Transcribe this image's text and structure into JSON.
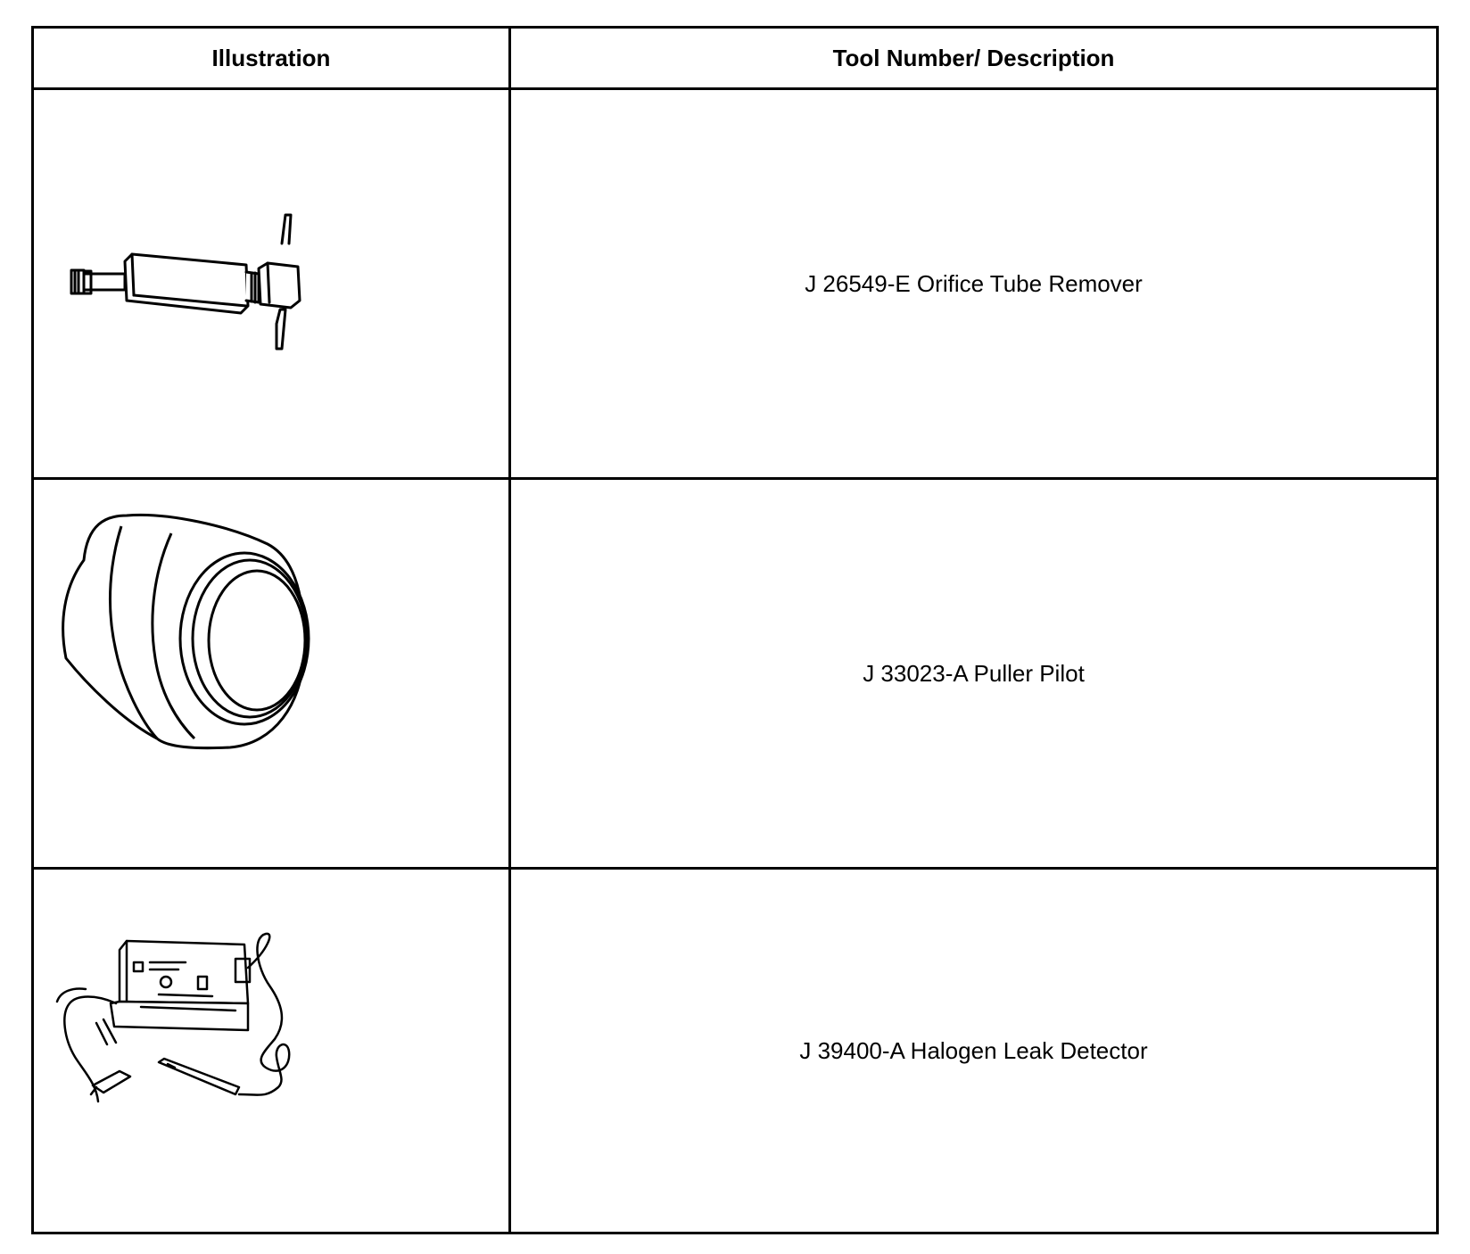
{
  "table": {
    "headers": {
      "illustration": "Illustration",
      "description": "Tool Number/ Description"
    },
    "rows": [
      {
        "illustration_icon": "orifice-tube-remover-illustration",
        "description": "J 26549-E Orifice Tube Remover"
      },
      {
        "illustration_icon": "puller-pilot-illustration",
        "description": "J 33023-A Puller Pilot"
      },
      {
        "illustration_icon": "halogen-leak-detector-illustration",
        "description": "J 39400-A Halogen Leak Detector"
      }
    ]
  }
}
